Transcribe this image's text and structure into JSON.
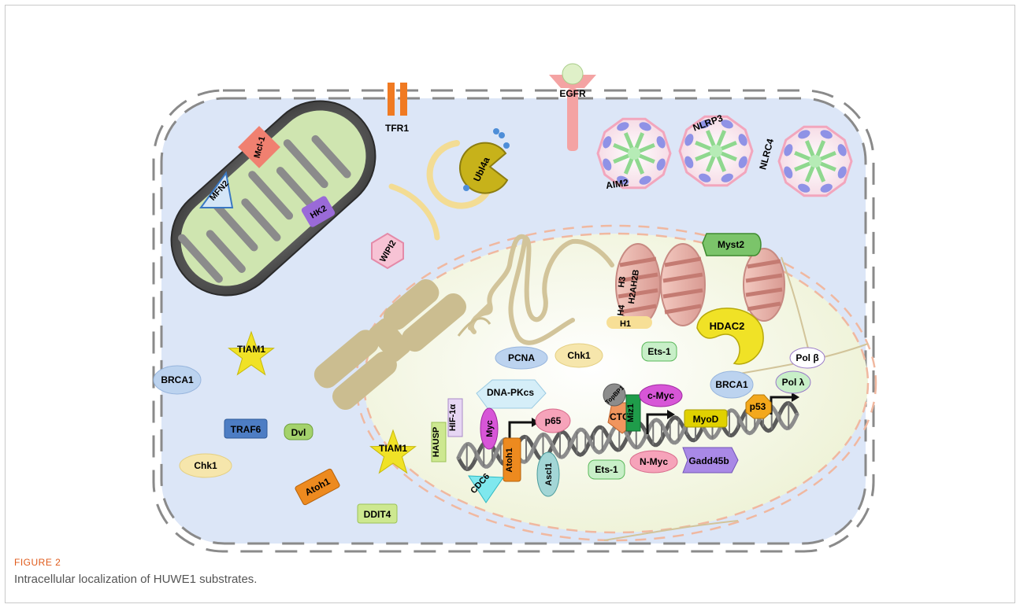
{
  "figure": {
    "label": "FIGURE 2",
    "caption": "Intracellular localization of HUWE1 substrates."
  },
  "colors": {
    "cytoplasm": "#dce6f7",
    "nucleus": "#f1f4dc",
    "membrane": "#7a7a7a",
    "mito_matrix": "#cfe5b0",
    "chromatin": "#c9b98f",
    "dna": "#555555"
  },
  "labels": {
    "tfr1": "TFR1",
    "egfr": "EGFR",
    "mcl1": "Mcl-1",
    "mfn2": "MFN2",
    "hk2": "HK2",
    "ubl4a": "Ubl4a",
    "wipi2": "WIPI2",
    "aim2": "AIM2",
    "nlrp3": "NLRP3",
    "nlrc4": "NLRC4",
    "myst2": "Myst2",
    "h4": "H4",
    "h3": "H3",
    "h2ah2b": "H2AH2B",
    "h1": "H1",
    "hdac2": "HDAC2",
    "tiam1_cyto": "TIAM1",
    "brca1_cyto": "BRCA1",
    "traf6": "TRAF6",
    "dvl": "Dvl",
    "chk1_cyto": "Chk1",
    "atoh1_cyto": "Atoh1",
    "ddit4": "DDIT4",
    "tiam1_nuc": "TIAM1",
    "pcna": "PCNA",
    "chk1_nuc": "Chk1",
    "ets1_top": "Ets-1",
    "polb": "Pol β",
    "poll": "Pol λ",
    "brca1_nuc": "BRCA1",
    "dnapkcs": "DNA-PKcs",
    "hausp": "HAUSP",
    "hif1a": "HIF-1α",
    "myc": "Myc",
    "p65": "p65",
    "ctcf": "CTCF",
    "topbp1": "TopBP1",
    "miz1": "Miz1",
    "cmyc": "c-Myc",
    "myod": "MyoD",
    "p53": "p53",
    "atoh1_nuc": "Atoh1",
    "ascl1": "Ascl1",
    "ets1_bot": "Ets-1",
    "nmyc": "N-Myc",
    "gadd45b": "Gadd45b",
    "cdc6": "CDC6"
  }
}
